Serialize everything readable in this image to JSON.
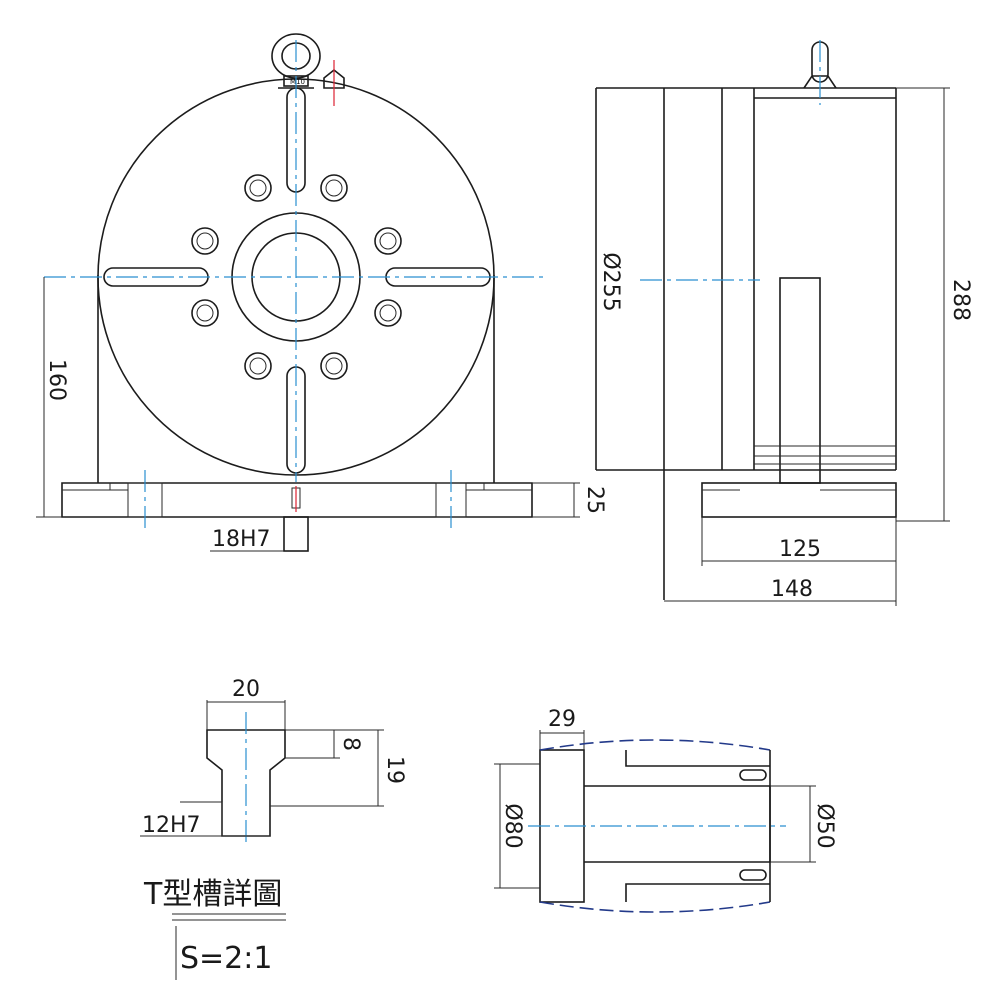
{
  "dimensions": {
    "dia_255": "Ø255",
    "height_288": "288",
    "width_125": "125",
    "width_148": "148",
    "height_160": "160",
    "height_25": "25",
    "slot_18h7": "18H7",
    "t_width_20": "20",
    "t_depth_8": "8",
    "t_depth_19": "19",
    "t_slot_12h7": "12H7",
    "shaft_29": "29",
    "dia_80": "Ø80",
    "dia_50": "Ø50"
  },
  "detail": {
    "title": "T型槽詳圖",
    "scale": "S=2:1"
  },
  "eyebolt_label": "M10"
}
